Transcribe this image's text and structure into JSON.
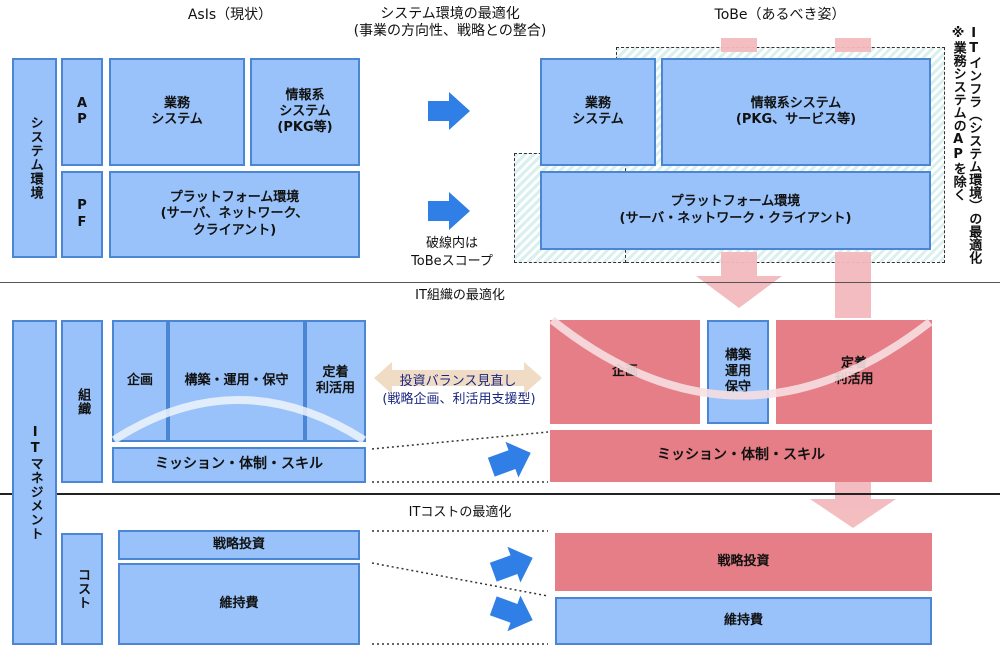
{
  "headers": {
    "asis": "AsIs（現状）",
    "system_opt": "システム環境の最適化\n(事業の方向性、戦略との整合)",
    "tobe": "ToBe（あるべき姿）",
    "right_note": "ITインフラ（システム環境）の最適化\n※業務システムのAPを除く"
  },
  "top": {
    "system_env": "システム環境",
    "ap": "A\nP",
    "pf": "P\nF",
    "gyomu": "業務\nシステム",
    "joho_asis": "情報系\nシステム\n(PKG等)",
    "platform_asis": "プラットフォーム環境\n(サーバ、ネットワーク、\nクライアント)",
    "gyomu_tobe": "業務\nシステム",
    "joho_tobe": "情報系システム\n(PKG、サービス等)",
    "platform_tobe": "プラットフォーム環境\n(サーバ・ネットワーク・クライアント)",
    "scope_note": "破線内は\nToBeスコープ"
  },
  "org": {
    "title": "IT組織の最適化",
    "it_mgmt": "ITマネジメント",
    "soshiki": "組織",
    "kikaku": "企画",
    "kouchiku": "構築・運用・保守",
    "teichaku": "定着\n利活用",
    "mission": "ミッション・体制・スキル",
    "balance": "投資バランス見直し",
    "balance_sub": "(戦略企画、利活用支援型)",
    "kikaku_tobe": "企画",
    "kouchiku_tobe": "構築\n運用\n保守",
    "teichaku_tobe": "定着\n利活用",
    "mission_tobe": "ミッション・体制・スキル"
  },
  "cost": {
    "title": "ITコストの最適化",
    "cost_label": "コスト",
    "senryaku": "戦略投資",
    "iji": "維持費",
    "senryaku_tobe": "戦略投資",
    "iji_tobe": "維持費"
  },
  "colors": {
    "blue_fill": "#98c2f9",
    "blue_border": "#4a86d4",
    "red_fill": "#e57e86",
    "arrow_blue": "#2f7fe6",
    "arrow_pink": "#f3b9bd",
    "balance_arrow": "#f0dcc4"
  }
}
